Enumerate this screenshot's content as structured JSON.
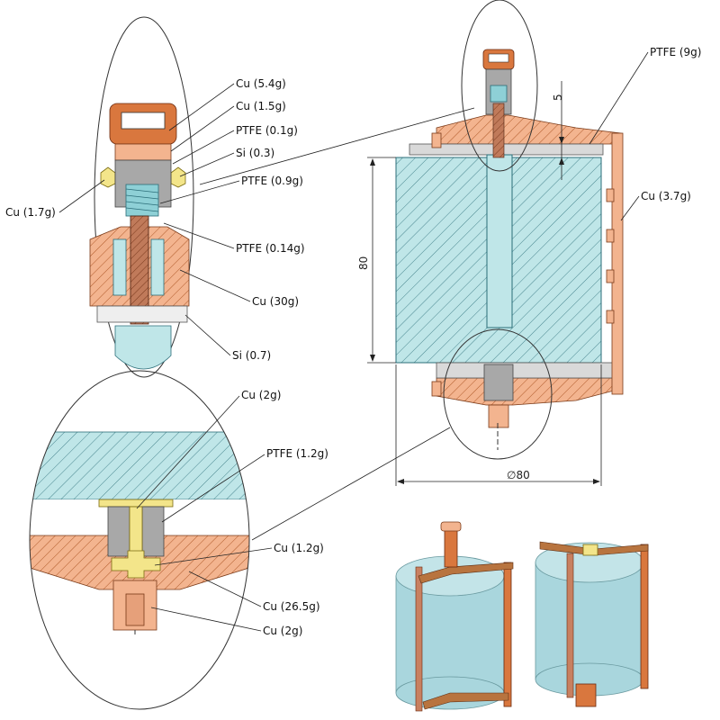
{
  "detail_top": {
    "labels": {
      "cu_5_4": "Cu (5.4g)",
      "cu_1_5": "Cu (1.5g)",
      "ptfe_0_1": "PTFE (0.1g)",
      "si_0_3": "Si (0.3)",
      "ptfe_0_9": "PTFE (0.9g)",
      "cu_1_7": "Cu (1.7g)",
      "ptfe_0_14": "PTFE (0.14g)",
      "cu_30": "Cu (30g)",
      "si_0_7": "Si (0.7)"
    }
  },
  "detail_bottom": {
    "labels": {
      "cu_2_top": "Cu (2g)",
      "ptfe_1_2": "PTFE (1.2g)",
      "cu_1_2": "Cu (1.2g)",
      "cu_26_5": "Cu (26.5g)",
      "cu_2_bottom": "Cu (2g)"
    }
  },
  "main_section": {
    "labels": {
      "ptfe_9": "PTFE (9g)",
      "cu_3_7": "Cu (3.7g)"
    },
    "dimensions": {
      "gap": "5",
      "height": "80",
      "diameter": "∅80"
    }
  },
  "colors": {
    "copper": "#f3b48f",
    "copper_dark": "#d9773e",
    "crystal": "#bfe6e8",
    "ptfe": "#d9d9d9",
    "silicon": "#f3e58a"
  }
}
